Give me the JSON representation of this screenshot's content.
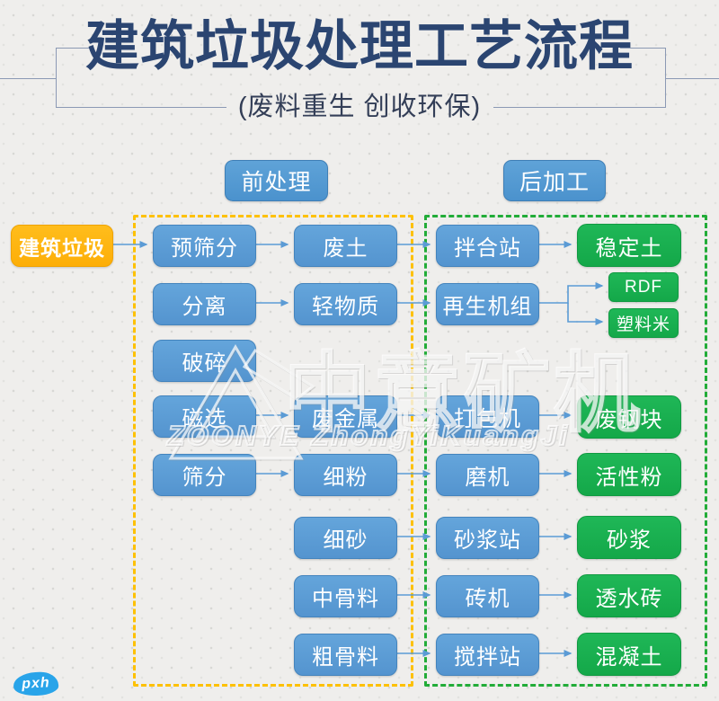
{
  "header": {
    "title": "建筑垃圾处理工艺流程",
    "subtitle": "(废料重生 创收环保)"
  },
  "sections": {
    "pre": "前处理",
    "post": "后加工"
  },
  "source": {
    "label": "建筑垃圾"
  },
  "nodes": {
    "pre_screening": "预筛分",
    "separation": "分离",
    "crushing": "破碎",
    "magnetic_selection": "磁选",
    "screening": "筛分",
    "waste_soil": "废土",
    "light_material": "轻物质",
    "waste_metal": "废金属",
    "fine_powder": "细粉",
    "fine_sand": "细砂",
    "medium_aggregate": "中骨料",
    "coarse_aggregate": "粗骨料",
    "mixing_station": "拌合站",
    "regeneration_unit": "再生机组",
    "baler": "打包机",
    "mill": "磨机",
    "mortar_station": "砂浆站",
    "brick_machine": "砖机",
    "stirring_station": "搅拌站",
    "stabilized_soil": "稳定土",
    "rdf": "RDF",
    "plastic_pellets": "塑料米",
    "scrap_steel": "废钢块",
    "active_powder": "活性粉",
    "mortar": "砂浆",
    "permeable_brick": "透水砖",
    "concrete": "混凝土"
  },
  "watermark": {
    "logo_cn": "中意矿机",
    "logo_en": "ZOONYE ZhongYiKuangJi"
  },
  "badge": {
    "label": "pxh"
  },
  "colors": {
    "title_navy": "#2b4571",
    "process_blue": "#5b9bd5",
    "product_green": "#1ab14e",
    "source_yellow": "#fdb612",
    "pre_boundary_yellow": "#fdc103",
    "post_boundary_green": "#22ac38",
    "arrow_blue": "#5b9bd5",
    "frame_line": "#8b99b4",
    "badge_blue": "#29a4e9"
  }
}
